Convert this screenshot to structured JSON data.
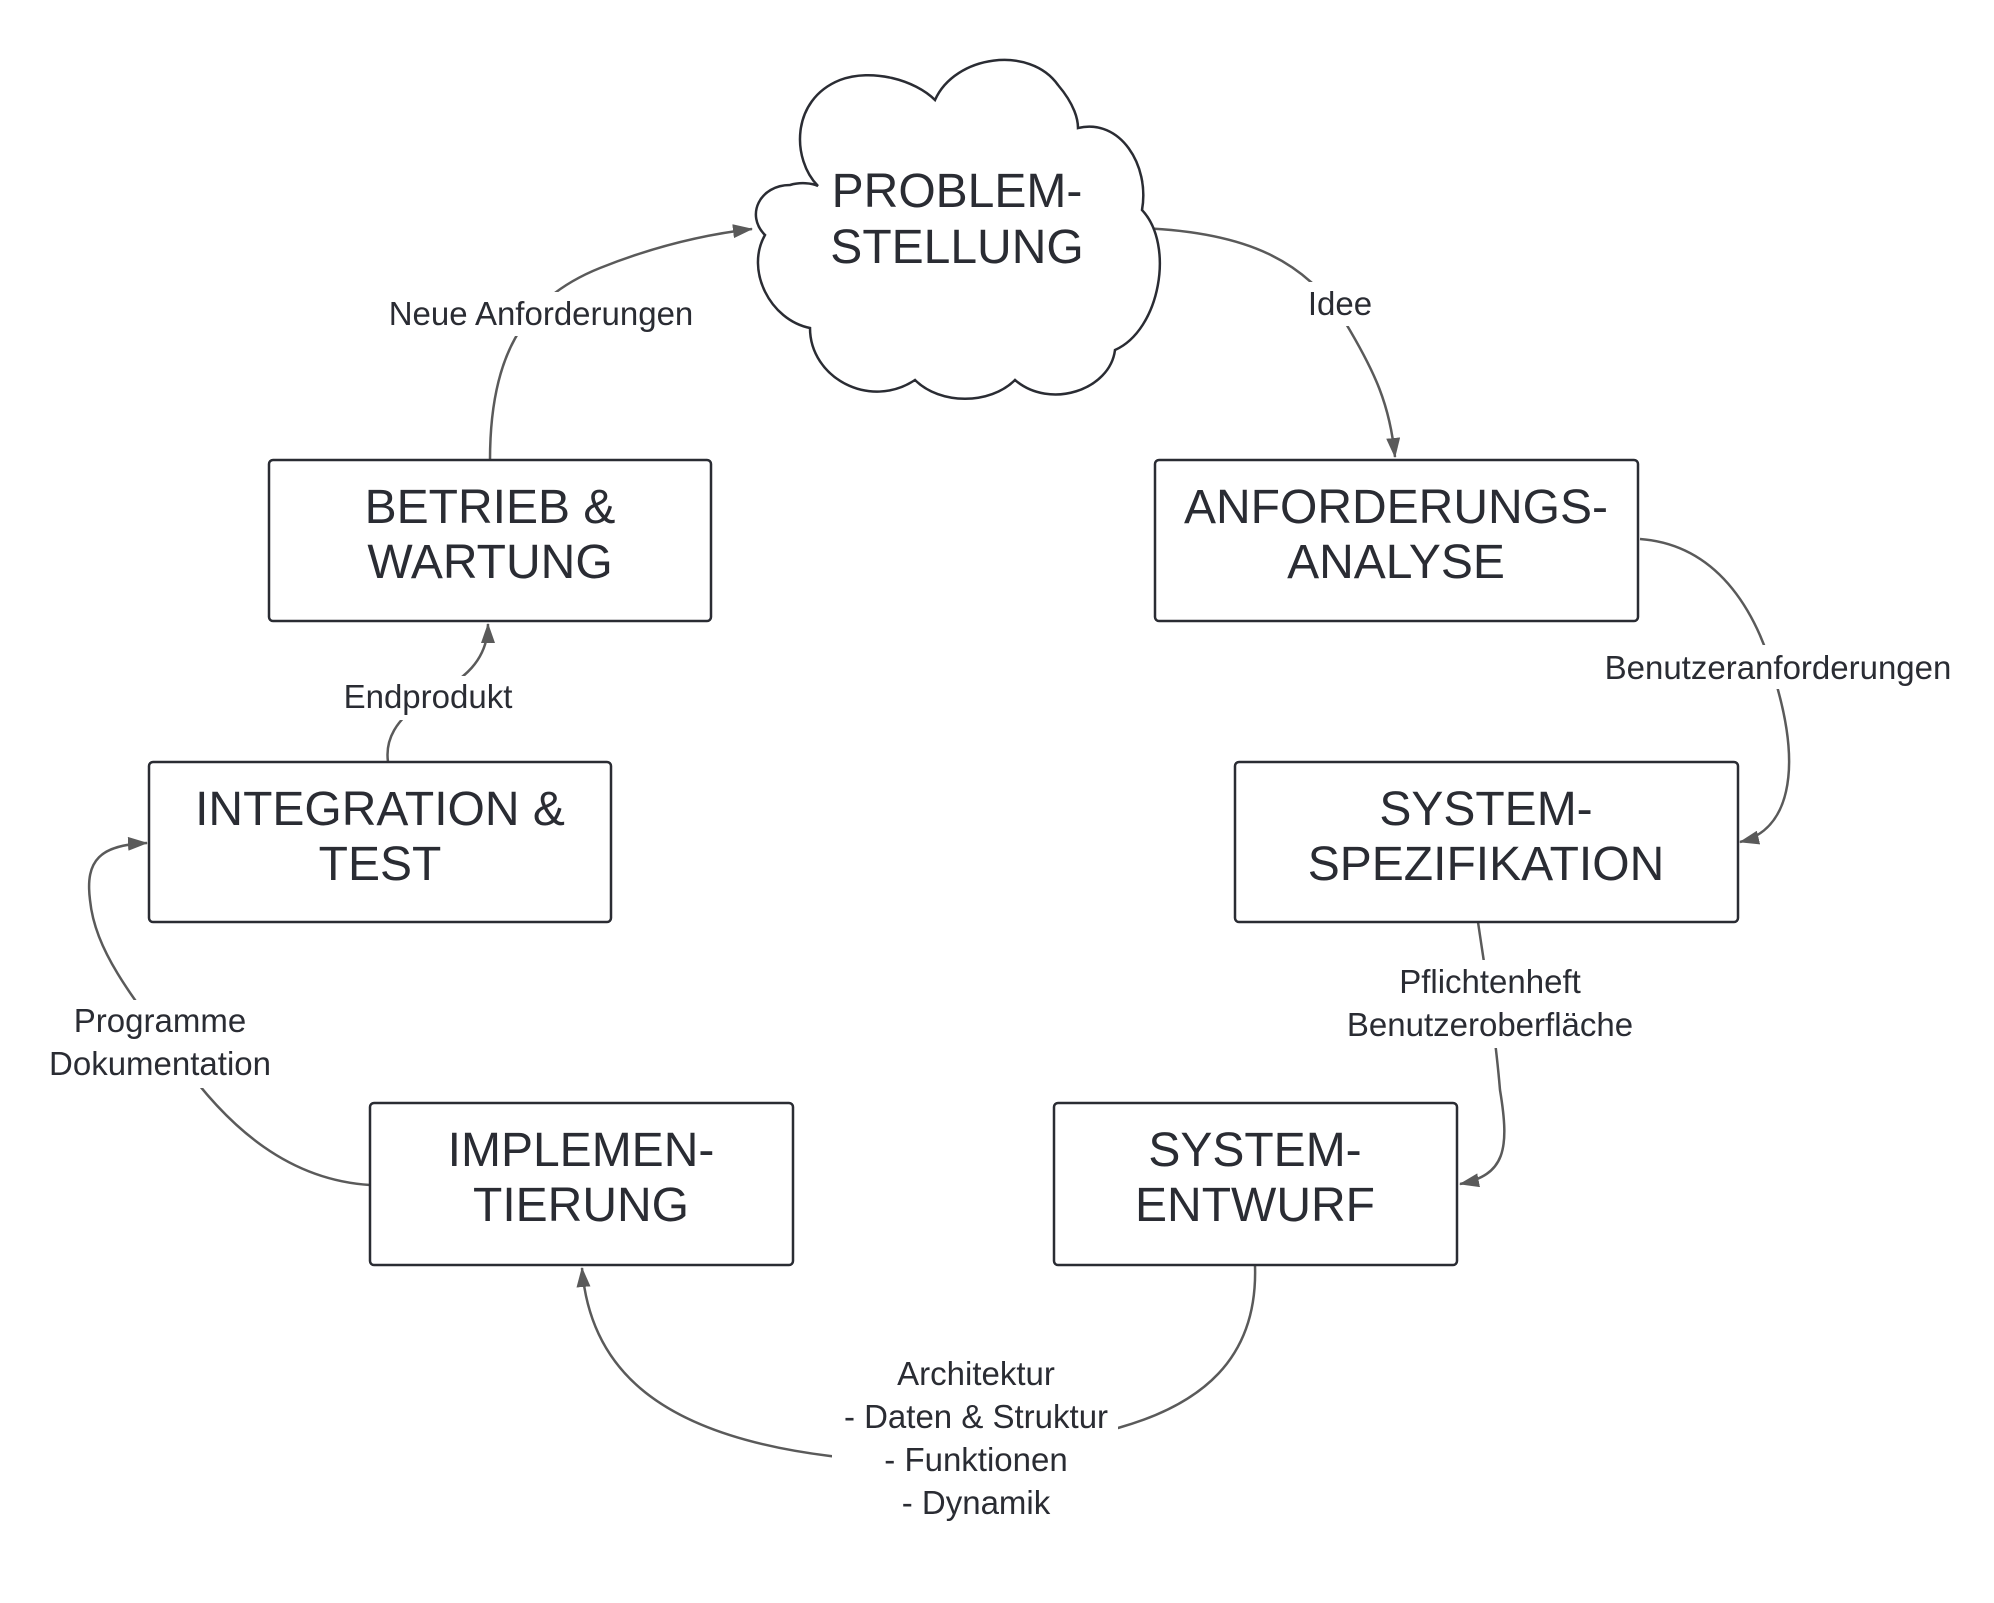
{
  "nodes": {
    "problemstellung": {
      "lines": [
        "PROBLEM-",
        "STELLUNG"
      ],
      "shape": "cloud"
    },
    "anforderungsanalyse": {
      "lines": [
        "ANFORDERUNGS-",
        "ANALYSE"
      ],
      "shape": "rectangle"
    },
    "systemspezifikation": {
      "lines": [
        "SYSTEM-",
        "SPEZIFIKATION"
      ],
      "shape": "rectangle"
    },
    "systementwurf": {
      "lines": [
        "SYSTEM-",
        "ENTWURF"
      ],
      "shape": "rectangle"
    },
    "implementierung": {
      "lines": [
        "IMPLEMEN-",
        "TIERUNG"
      ],
      "shape": "rectangle"
    },
    "integration_test": {
      "lines": [
        "INTEGRATION &",
        "TEST"
      ],
      "shape": "rectangle"
    },
    "betrieb_wartung": {
      "lines": [
        "BETRIEB &",
        "WARTUNG"
      ],
      "shape": "rectangle"
    }
  },
  "edges": [
    {
      "from": "problemstellung",
      "to": "anforderungsanalyse",
      "label_lines": [
        "Idee"
      ]
    },
    {
      "from": "anforderungsanalyse",
      "to": "systemspezifikation",
      "label_lines": [
        "Benutzeranforderungen"
      ]
    },
    {
      "from": "systemspezifikation",
      "to": "systementwurf",
      "label_lines": [
        "Pflichtenheft",
        "Benutzeroberfläche"
      ]
    },
    {
      "from": "systementwurf",
      "to": "implementierung",
      "label_lines": [
        "Architektur",
        "- Daten & Struktur",
        "- Funktionen",
        "- Dynamik"
      ]
    },
    {
      "from": "implementierung",
      "to": "integration_test",
      "label_lines": [
        "Programme",
        "Dokumentation"
      ]
    },
    {
      "from": "integration_test",
      "to": "betrieb_wartung",
      "label_lines": [
        "Endprodukt"
      ]
    },
    {
      "from": "betrieb_wartung",
      "to": "problemstellung",
      "label_lines": [
        "Neue Anforderungen"
      ]
    }
  ],
  "colors": {
    "text": "#2a2c33",
    "stroke": "#2a2c33",
    "edge": "#5a5a5a",
    "background": "#ffffff"
  }
}
